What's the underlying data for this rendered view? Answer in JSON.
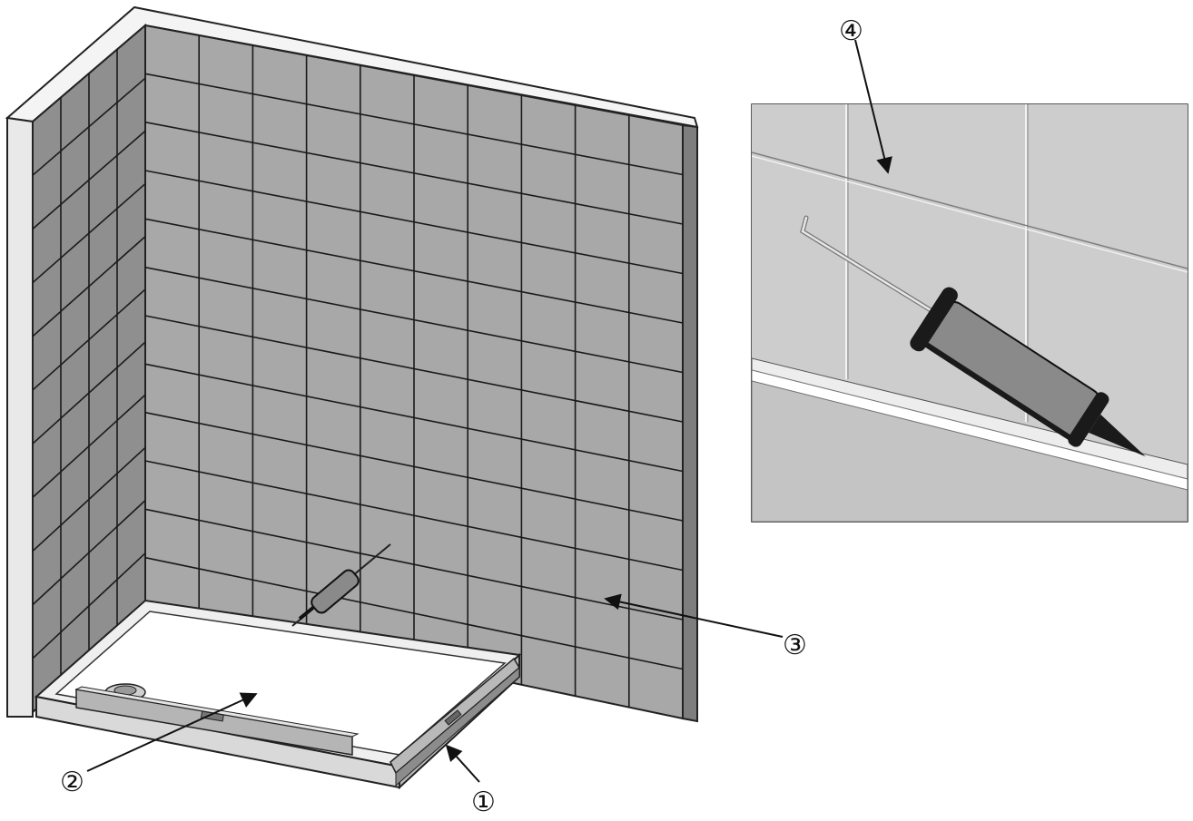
{
  "callouts": {
    "c1": "①",
    "c2": "②",
    "c3": "③",
    "c4": "④"
  },
  "colors": {
    "tile": "#a8a8a8",
    "tile_side": "#8f8f8f",
    "grout": "#1a1a1a",
    "wall_top": "#f4f4f4",
    "tray": "#ffffff",
    "detail_bg": "#c9c9c9",
    "gun_body": "#8a8a8a"
  },
  "icons": [
    "caulking-gun-icon",
    "spirit-level-icon",
    "shower-tray-icon"
  ]
}
